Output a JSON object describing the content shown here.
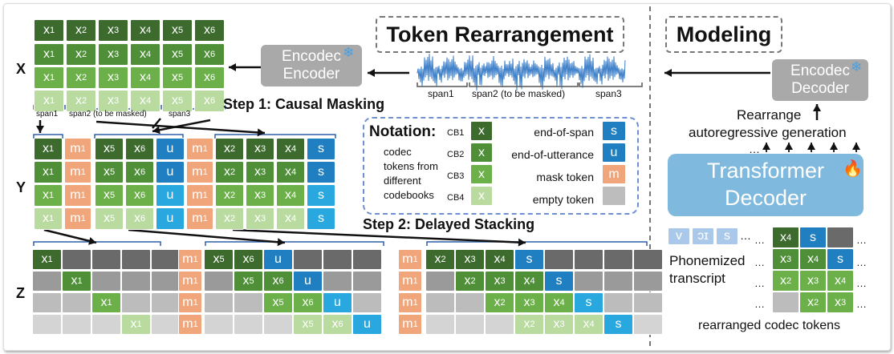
{
  "titles": {
    "token_rearrangement": "Token Rearrangement",
    "modeling": "Modeling"
  },
  "encoder_label": "Encodec\nEncoder",
  "decoder_label": "Encodec\nDecoder",
  "step1": "Step 1: Causal Masking",
  "step2": "Step 2: Delayed Stacking",
  "row_labels": {
    "x": "X",
    "y": "Y",
    "z": "Z"
  },
  "waveform_spans": [
    "span1",
    "span2 (to be masked)",
    "span3"
  ],
  "x_spans": [
    "span1",
    "span2 (to be masked)",
    "span3"
  ],
  "notation": {
    "title": "Notation:",
    "codec_desc": [
      "codec",
      "tokens from",
      "different",
      "codebooks"
    ],
    "codebooks": [
      "CB1",
      "CB2",
      "CB3",
      "CB4"
    ],
    "token_letter": "x",
    "legend": [
      {
        "label": "end-of-span",
        "symbol": "s",
        "color": "#1f7fc0"
      },
      {
        "label": "end-of-utterance",
        "symbol": "u",
        "color": "#1f7fc0"
      },
      {
        "label": "mask token",
        "symbol": "m",
        "color": "#f0a57a"
      },
      {
        "label": "empty token",
        "symbol": "",
        "color": "#bdbdbd"
      }
    ]
  },
  "modeling": {
    "rearrange_line1": "Rearrange",
    "rearrange_line2": "autoregressive generation",
    "transformer": "Transformer\nDecoder",
    "phonemes": [
      "v",
      "ɔɪ",
      "s"
    ],
    "phonemized_line1": "Phonemized",
    "phonemized_line2": "transcript",
    "rearranged_label": "rearranged codec tokens",
    "ellipsis": "…"
  },
  "colors": {
    "cb1": "#3d6b2e",
    "cb2": "#4e8f38",
    "cb3": "#6cb04a",
    "cb4": "#b9dba0",
    "special": "#1f7fc0",
    "special_light": "#29a8e0",
    "mask": "#f0a57a",
    "empty_dark": "#6a6a6a",
    "empty_mid": "#9a9a9a",
    "empty_light": "#bcbcbc",
    "empty_lighter": "#d4d4d4"
  }
}
